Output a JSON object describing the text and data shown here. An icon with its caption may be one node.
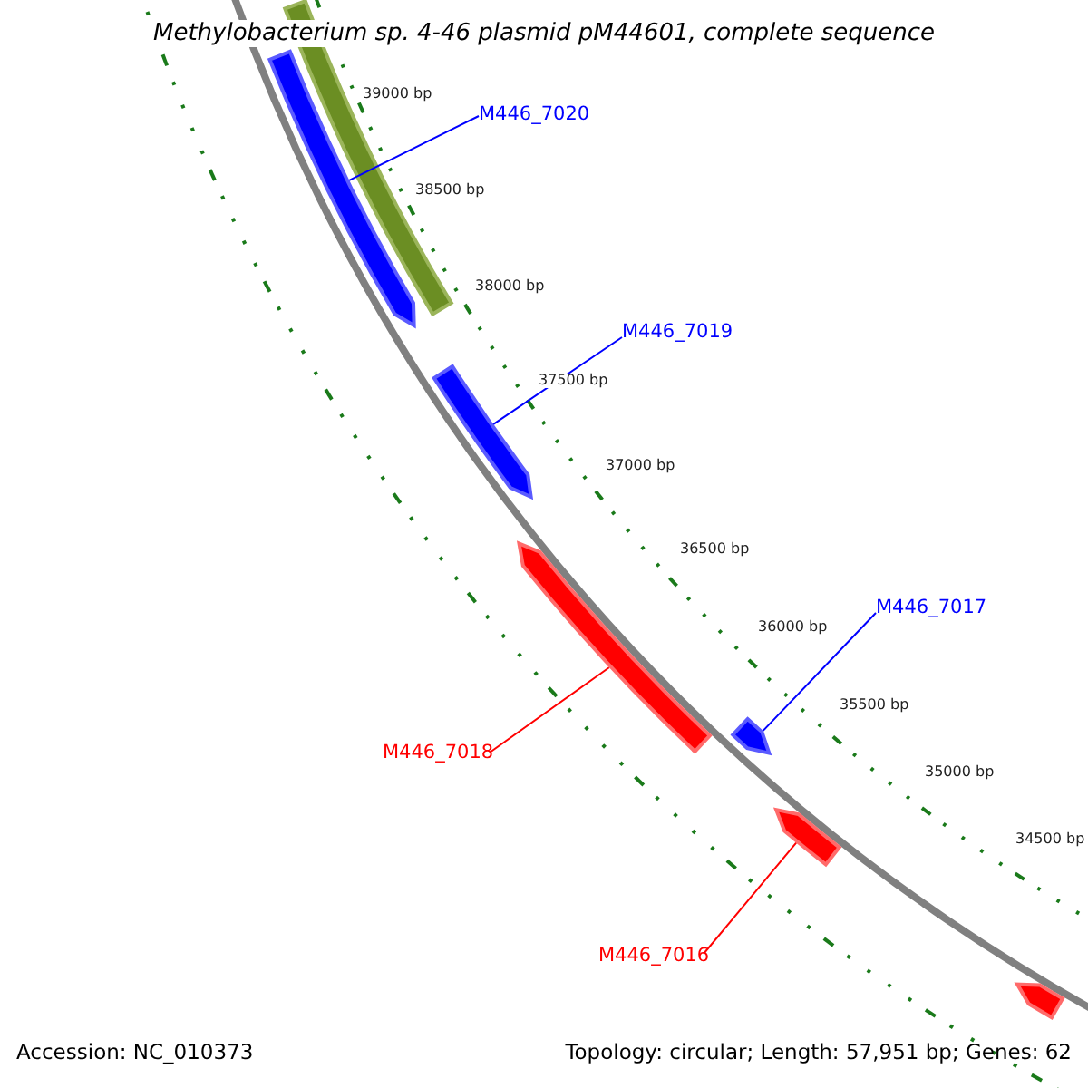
{
  "diagram": {
    "title": "Methylobacterium sp. 4-46 plasmid pM44601, complete sequence",
    "nodes": [
      {
        "text": [],
        "shape": "arrow"
      },
      {
        "text": [],
        "shape": "bar"
      },
      {
        "text": [
          "M446_7020"
        ]
      },
      {
        "text": [
          "M446_7019"
        ]
      },
      {
        "text": [],
        "shape": "arrow"
      },
      {
        "text": [],
        "shape": "arrow"
      },
      {
        "text": [
          "M446_7017"
        ]
      },
      {
        "text": [],
        "shape": "arrow"
      },
      {
        "text": [
          "M446_7018"
        ]
      },
      {
        "text": [],
        "shape": "arrow"
      },
      {
        "text": [
          "M446_7016"
        ]
      },
      {
        "text": [],
        "shape": "arrow"
      }
    ],
    "edges": [
      {
        "from": 2,
        "to": 0,
        "arrow": "none"
      },
      {
        "from": 3,
        "to": 4,
        "arrow": "none"
      },
      {
        "from": 6,
        "to": 7,
        "arrow": "none"
      },
      {
        "from": 8,
        "to": 5,
        "arrow": "none",
        "color": "#ff0000"
      },
      {
        "from": 10,
        "to": 9,
        "arrow": "none",
        "color": "#ff0000"
      }
    ],
    "labels": [
      "39000 bp",
      "38500 bp",
      "38000 bp",
      "37500 bp",
      "37000 bp",
      "36500 bp",
      "36000 bp",
      "35500 bp",
      "35000 bp",
      "34500 bp",
      "Accession: NC_010373",
      "Topology: circular; Length: 57,951 bp; Genes: 62"
    ]
  }
}
